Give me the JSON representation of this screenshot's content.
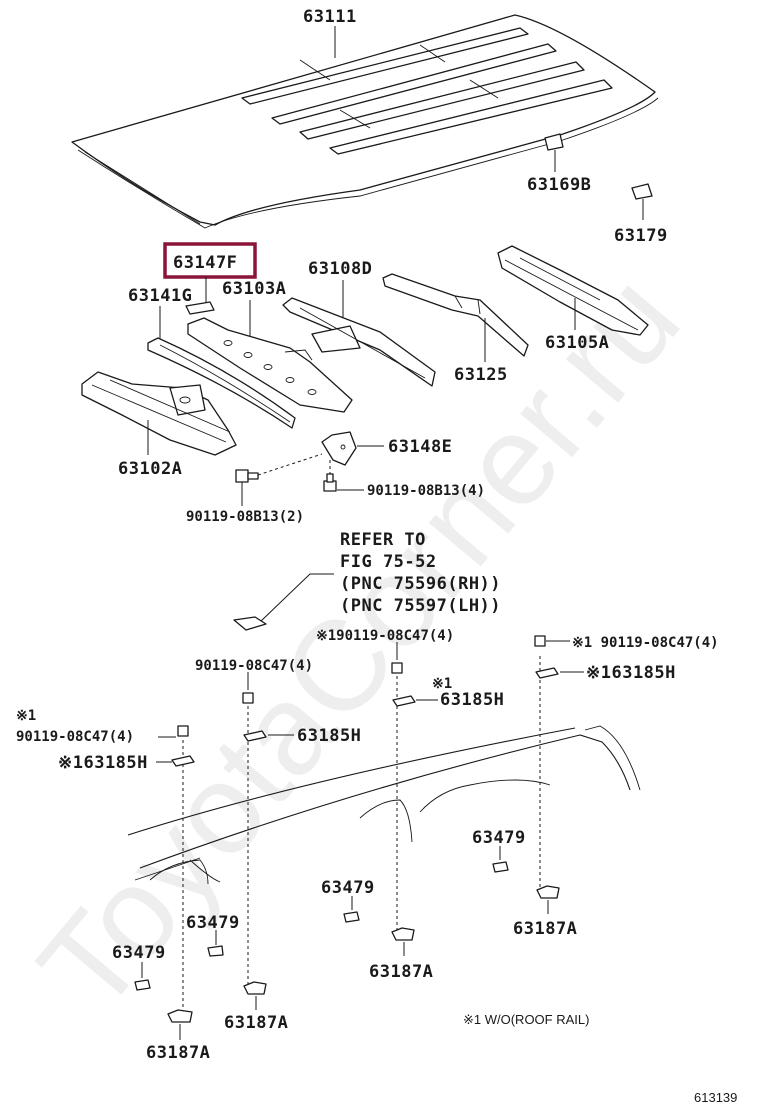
{
  "watermark": "ToyotaCorner.ru",
  "highlight": "63147F",
  "labels": {
    "l63111": "63111",
    "l63169B": "63169B",
    "l63179": "63179",
    "l63147F": "63147F",
    "l63141G": "63141G",
    "l63103A": "63103A",
    "l63108D": "63108D",
    "l63125": "63125",
    "l63105A": "63105A",
    "l63102A": "63102A",
    "l63148E": "63148E",
    "b08B13_4": "90119-08B13(4)",
    "b08B13_2": "90119-08B13(2)",
    "ref_line1": "REFER TO",
    "ref_line2": "FIG 75-52",
    "ref_line3": "(PNC 75596(RH))",
    "ref_line4": "(PNC 75597(LH))",
    "c08C47_a": "※190119-08C47(4)",
    "c08C47_b": "※1 90119-08C47(4)",
    "c08C47_c": "90119-08C47(4)",
    "c08C47_d_mark": "※1",
    "c08C47_d": "90119-08C47(4)",
    "h63185_a": "※163185H",
    "h63185_b_mark": "※1",
    "h63185_b": "63185H",
    "h63185_c": "63185H",
    "h63185_d": "※163185H",
    "g63479_a": "63479",
    "g63479_b": "63479",
    "g63479_c": "63479",
    "g63479_d": "63479",
    "a63187_a": "63187A",
    "a63187_b": "63187A",
    "a63187_c": "63187A",
    "a63187_d": "63187A",
    "footnote": "※1  W/O(ROOF RAIL)",
    "figure_number": "613139"
  }
}
